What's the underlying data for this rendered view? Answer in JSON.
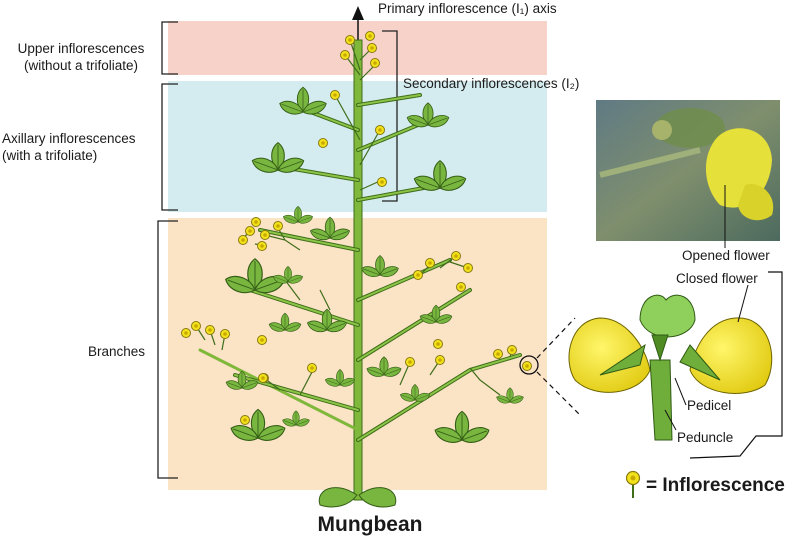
{
  "title": "Mungbean",
  "zones": {
    "upper": "Upper inflorescences\n(without a trifoliate)",
    "upper_line1": "Upper inflorescences",
    "upper_line2": "(without a trifoliate)",
    "axillary_line1": "Axillary inflorescences",
    "axillary_line2": "(with a trifoliate)",
    "branches": "Branches"
  },
  "annotations": {
    "primary_axis": "Primary inflorescence (I₁) axis",
    "secondary": "Secondary inflorescences (I₂)",
    "opened_flower": "Opened flower",
    "closed_flower": "Closed flower",
    "pedicel": "Pedicel",
    "peduncle": "Peduncle"
  },
  "legend": {
    "label": "= Inflorescence",
    "icon": "inflorescence-symbol-icon"
  },
  "colors": {
    "upper_band": "#f7d2c8",
    "axillary_band": "#d4ecef",
    "branches_band": "#fbe3c6",
    "stem": "#7fb83a",
    "stem_outline": "#3f6e1a",
    "leaf": "#79b640",
    "flower_yellow": "#f2e21b"
  }
}
